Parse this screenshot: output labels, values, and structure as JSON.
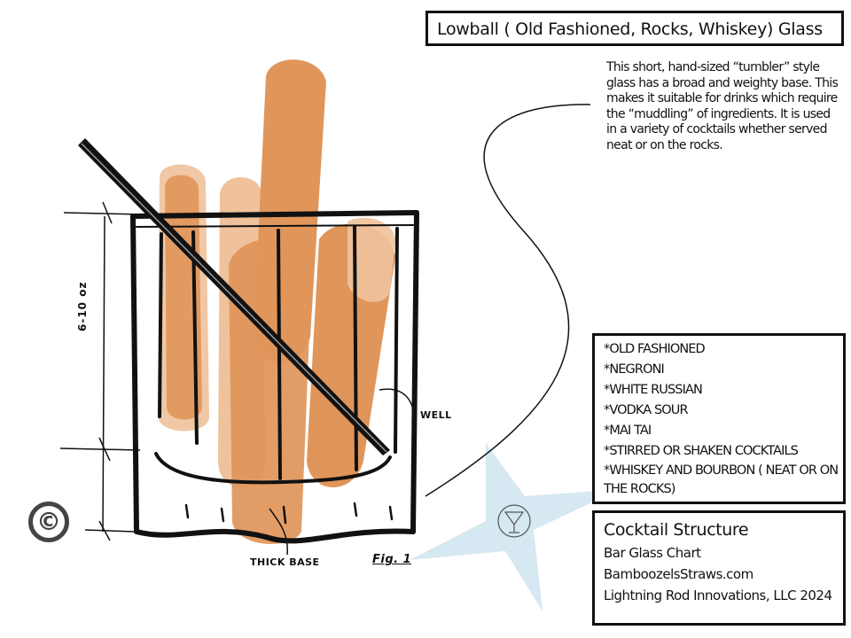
{
  "title": "Lowball ( Old Fashioned, Rocks, Whiskey) Glass",
  "description": "This short, hand-sized “tumbler” style glass has a broad and weighty base.  This makes it suitable for drinks which require the “muddling” of ingredients. It is used in a variety of cocktails whether served neat or on the rocks.",
  "drinks": [
    "*OLD FASHIONED",
    "*NEGRONI",
    "*WHITE RUSSIAN",
    "*VODKA SOUR",
    "*MAI TAI",
    "*STIRRED OR SHAKEN COCKTAILS",
    "*WHISKEY AND BOURBON ( NEAT OR ON THE ROCKS)"
  ],
  "credits": {
    "heading": "Cocktail Structure",
    "line1": "Bar Glass Chart",
    "line2": "BamboozelsStraws.com",
    "line3": "Lightning Rod Innovations, LLC 2024"
  },
  "labels": {
    "volume": "6-10 oz",
    "well": "WELL",
    "thick_base": "THICK BASE",
    "figure": "Fig. 1"
  },
  "copyright_symbol": "©",
  "colors": {
    "drink": "#e0955a",
    "drink_light": "#efc29c",
    "star": "#cfe4ee",
    "ink": "#111111"
  }
}
